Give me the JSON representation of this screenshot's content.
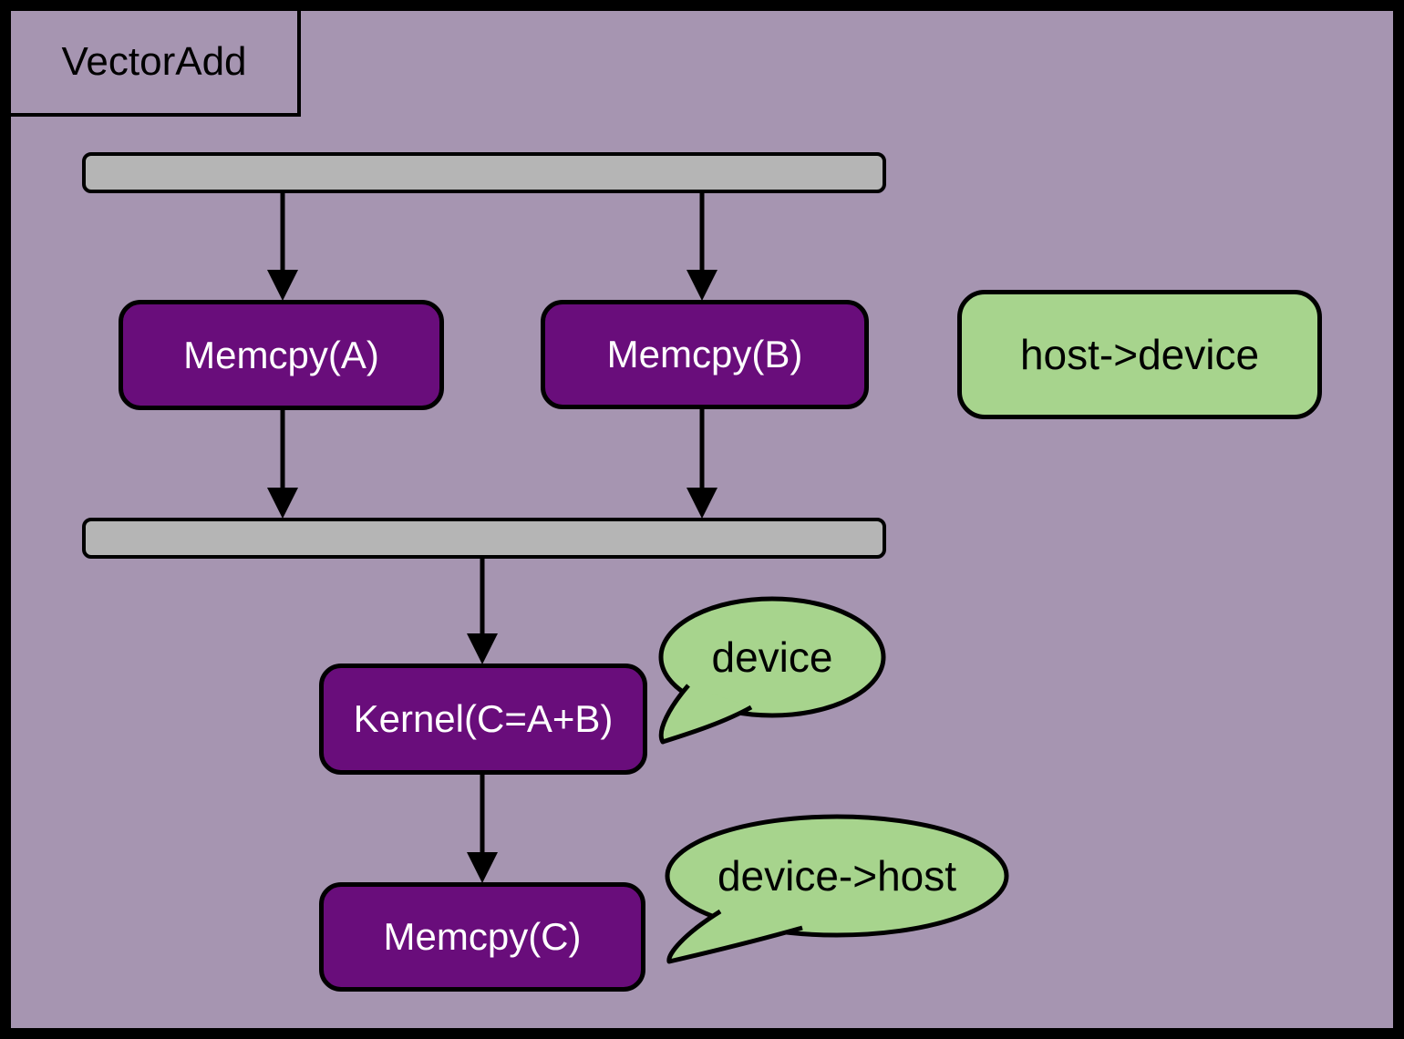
{
  "title": "VectorAdd",
  "nodes": {
    "memcpy_a": "Memcpy(A)",
    "memcpy_b": "Memcpy(B)",
    "kernel": "Kernel(C=A+B)",
    "memcpy_c": "Memcpy(C)"
  },
  "callouts": {
    "host_device": "host->device",
    "device": "device",
    "device_host": "device->host"
  },
  "edges": [
    {
      "from": "start-bar",
      "to": "Memcpy(A)"
    },
    {
      "from": "start-bar",
      "to": "Memcpy(B)"
    },
    {
      "from": "Memcpy(A)",
      "to": "join-bar"
    },
    {
      "from": "Memcpy(B)",
      "to": "join-bar"
    },
    {
      "from": "join-bar",
      "to": "Kernel(C=A+B)"
    },
    {
      "from": "Kernel(C=A+B)",
      "to": "Memcpy(C)"
    }
  ],
  "colors": {
    "background": "#a695b1",
    "frame": "#000000",
    "node_fill": "#690d7b",
    "node_text": "#ffffff",
    "callout_fill": "#a7d48d",
    "sync_bar_fill": "#b5b5b5",
    "line": "#000000"
  }
}
